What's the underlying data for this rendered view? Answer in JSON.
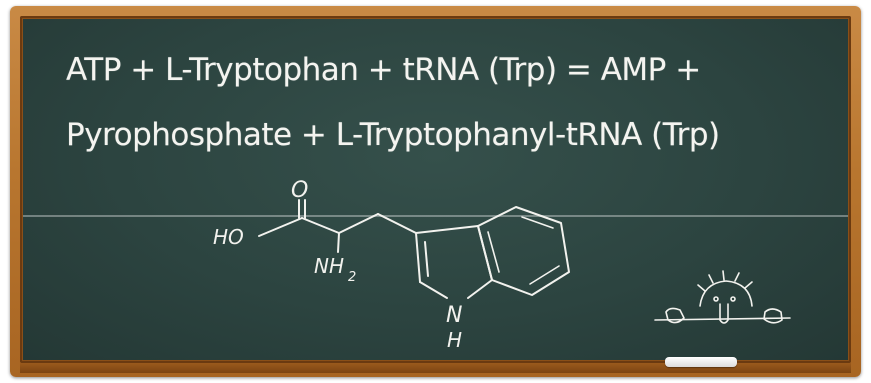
{
  "equation": {
    "line1": "ATP + L-Tryptophan + tRNA (Trp) = AMP +",
    "line2": "Pyrophosphate + L-Tryptophanyl-tRNA (Trp)"
  },
  "structure": {
    "oxygen_label": "O",
    "hydroxyl_label": "HO",
    "amine_label": "NH",
    "amine_subscript": "2",
    "ring_n_label": "N",
    "ring_h_label": "H"
  },
  "colors": {
    "chalkboard": "#2c4440",
    "frame": "#b8762f",
    "chalk": "#f2f2ee"
  }
}
